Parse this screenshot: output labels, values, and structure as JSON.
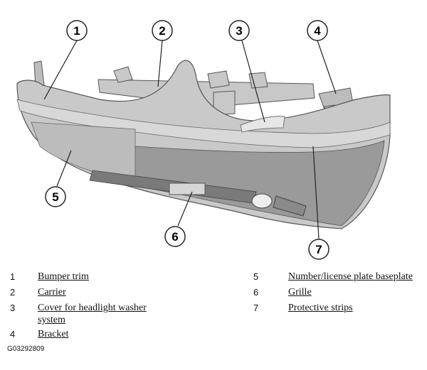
{
  "callouts": [
    {
      "num": "1"
    },
    {
      "num": "2"
    },
    {
      "num": "3"
    },
    {
      "num": "4"
    },
    {
      "num": "5"
    },
    {
      "num": "6"
    },
    {
      "num": "7"
    }
  ],
  "legend": [
    {
      "num": "1",
      "label": "Bumper trim"
    },
    {
      "num": "2",
      "label": "Carrier"
    },
    {
      "num": "3",
      "label": "Cover for headlight washer system"
    },
    {
      "num": "4",
      "label": "Bracket"
    },
    {
      "num": "5",
      "label": "Number/license plate baseplate"
    },
    {
      "num": "6",
      "label": "Grille"
    },
    {
      "num": "7",
      "label": "Protective strips"
    }
  ],
  "figure_id": "G03292809"
}
